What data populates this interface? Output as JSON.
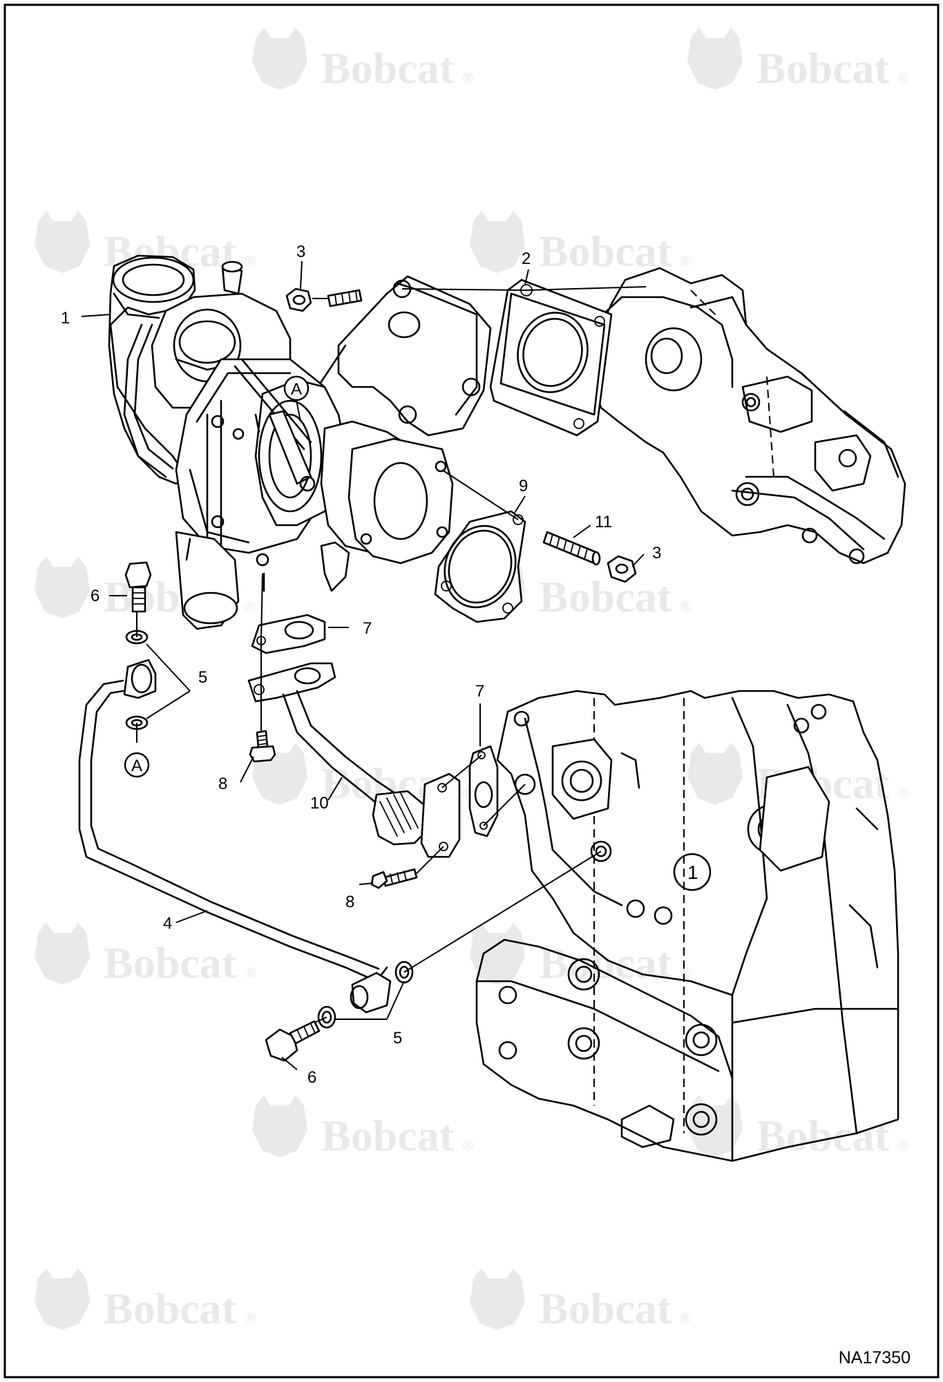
{
  "watermark": {
    "brand": "Bobcat",
    "mark": "®",
    "icon": "bobcat-head-logo",
    "color": "#e9e9e9"
  },
  "diagram": {
    "drawing_number": "NA17350",
    "callouts": [
      {
        "id": "c1",
        "label": "1",
        "part": "turbocharger"
      },
      {
        "id": "c2",
        "label": "2",
        "part": "gasket"
      },
      {
        "id": "c3a",
        "label": "3",
        "part": "nut"
      },
      {
        "id": "c3b",
        "label": "3",
        "part": "nut"
      },
      {
        "id": "c4",
        "label": "4",
        "part": "oil-supply-tube"
      },
      {
        "id": "c5a",
        "label": "5",
        "part": "washer"
      },
      {
        "id": "c5b",
        "label": "5",
        "part": "washer"
      },
      {
        "id": "c6a",
        "label": "6",
        "part": "banjo-bolt"
      },
      {
        "id": "c6b",
        "label": "6",
        "part": "banjo-bolt"
      },
      {
        "id": "c7a",
        "label": "7",
        "part": "gasket"
      },
      {
        "id": "c7b",
        "label": "7",
        "part": "gasket"
      },
      {
        "id": "c8a",
        "label": "8",
        "part": "bolt"
      },
      {
        "id": "c8b",
        "label": "8",
        "part": "bolt"
      },
      {
        "id": "c9",
        "label": "9",
        "part": "gasket"
      },
      {
        "id": "c10",
        "label": "10",
        "part": "oil-return-tube"
      },
      {
        "id": "c11",
        "label": "11",
        "part": "stud"
      }
    ],
    "reference_markers": [
      {
        "id": "ra1",
        "label": "A"
      },
      {
        "id": "ra2",
        "label": "A"
      }
    ]
  }
}
